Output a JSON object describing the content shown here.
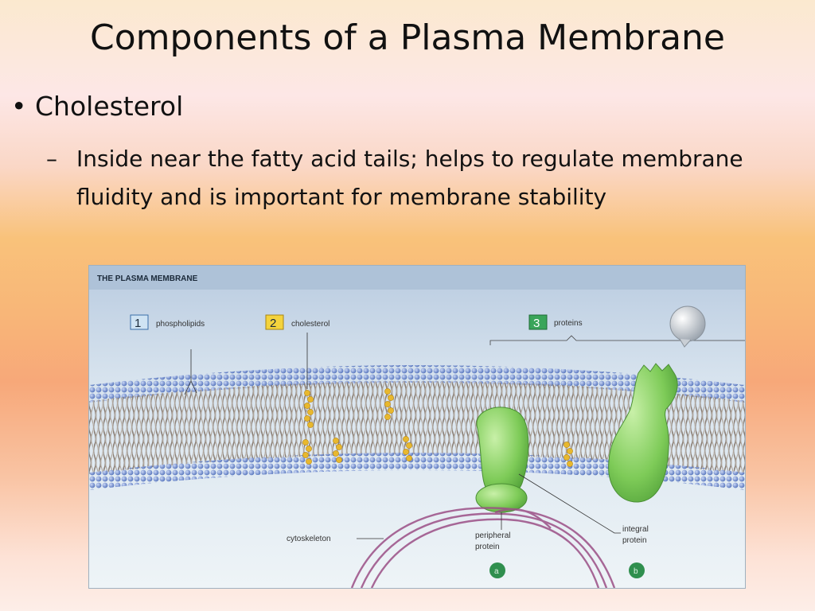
{
  "slide": {
    "title": "Components of a Plasma Membrane",
    "bullet": "Cholesterol",
    "sub_bullet": "Inside near the fatty acid tails; helps to regulate membrane fluidity and is important for membrane stability"
  },
  "figure": {
    "header": "THE PLASMA MEMBRANE",
    "labels": {
      "num1": "1",
      "phospholipids": "phospholipids",
      "num2": "2",
      "cholesterol": "cholesterol",
      "num3": "3",
      "proteins": "proteins",
      "cytoskeleton": "cytoskeleton",
      "peripheral_1": "peripheral",
      "peripheral_2": "protein",
      "integral_1": "integral",
      "integral_2": "protein",
      "a": "a",
      "b": "b"
    },
    "colors": {
      "num1_box": "#cfe3f3",
      "num2_box": "#f4d33d",
      "num3_box": "#3aa55a",
      "protein": "#7fcf5a",
      "head": "#5f7fc7",
      "tail": "#8a7a70",
      "cholesterol": "#e8b82e",
      "cytoskeleton": "#9b4f86"
    }
  }
}
